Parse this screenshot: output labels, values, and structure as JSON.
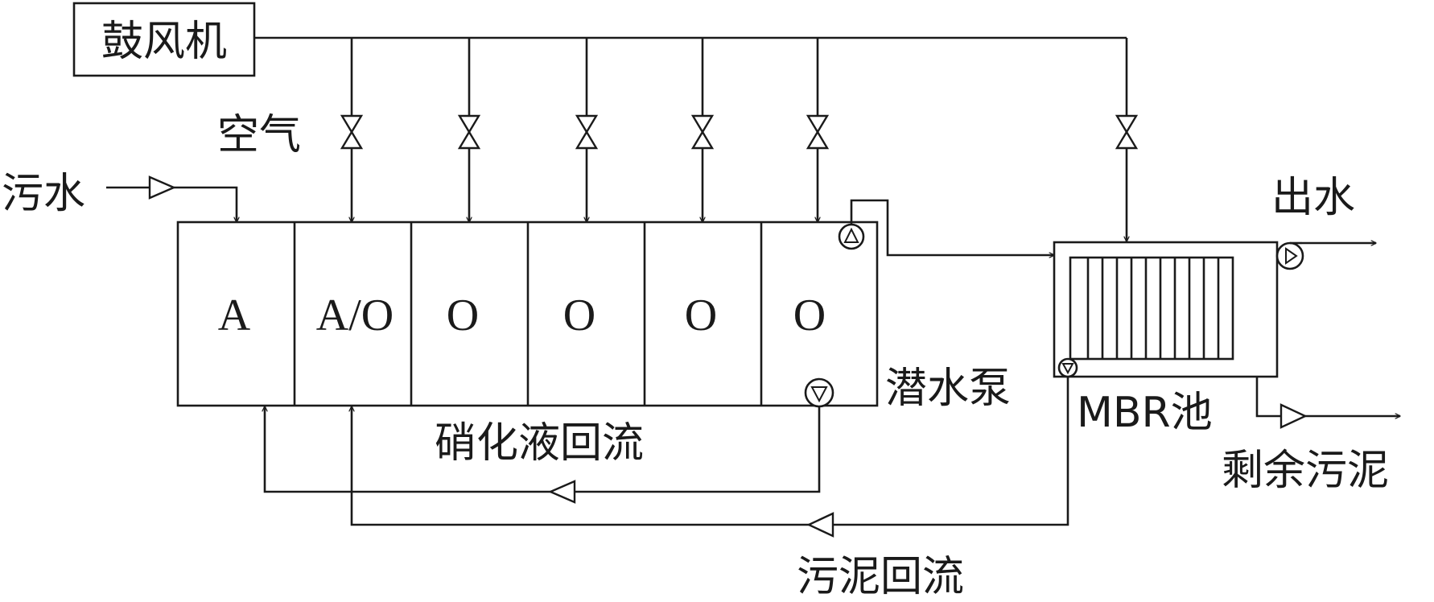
{
  "diagram": {
    "labels": {
      "blower": "鼓风机",
      "air": "空气",
      "sewage": "污水",
      "effluent": "出水",
      "submersible_pump": "潜水泵",
      "mbr_tank": "MBR池",
      "nitrified_return": "硝化液回流",
      "excess_sludge": "剩余污泥",
      "sludge_return": "污泥回流"
    },
    "zones": [
      "A",
      "A/O",
      "O",
      "O",
      "O",
      "O"
    ]
  }
}
